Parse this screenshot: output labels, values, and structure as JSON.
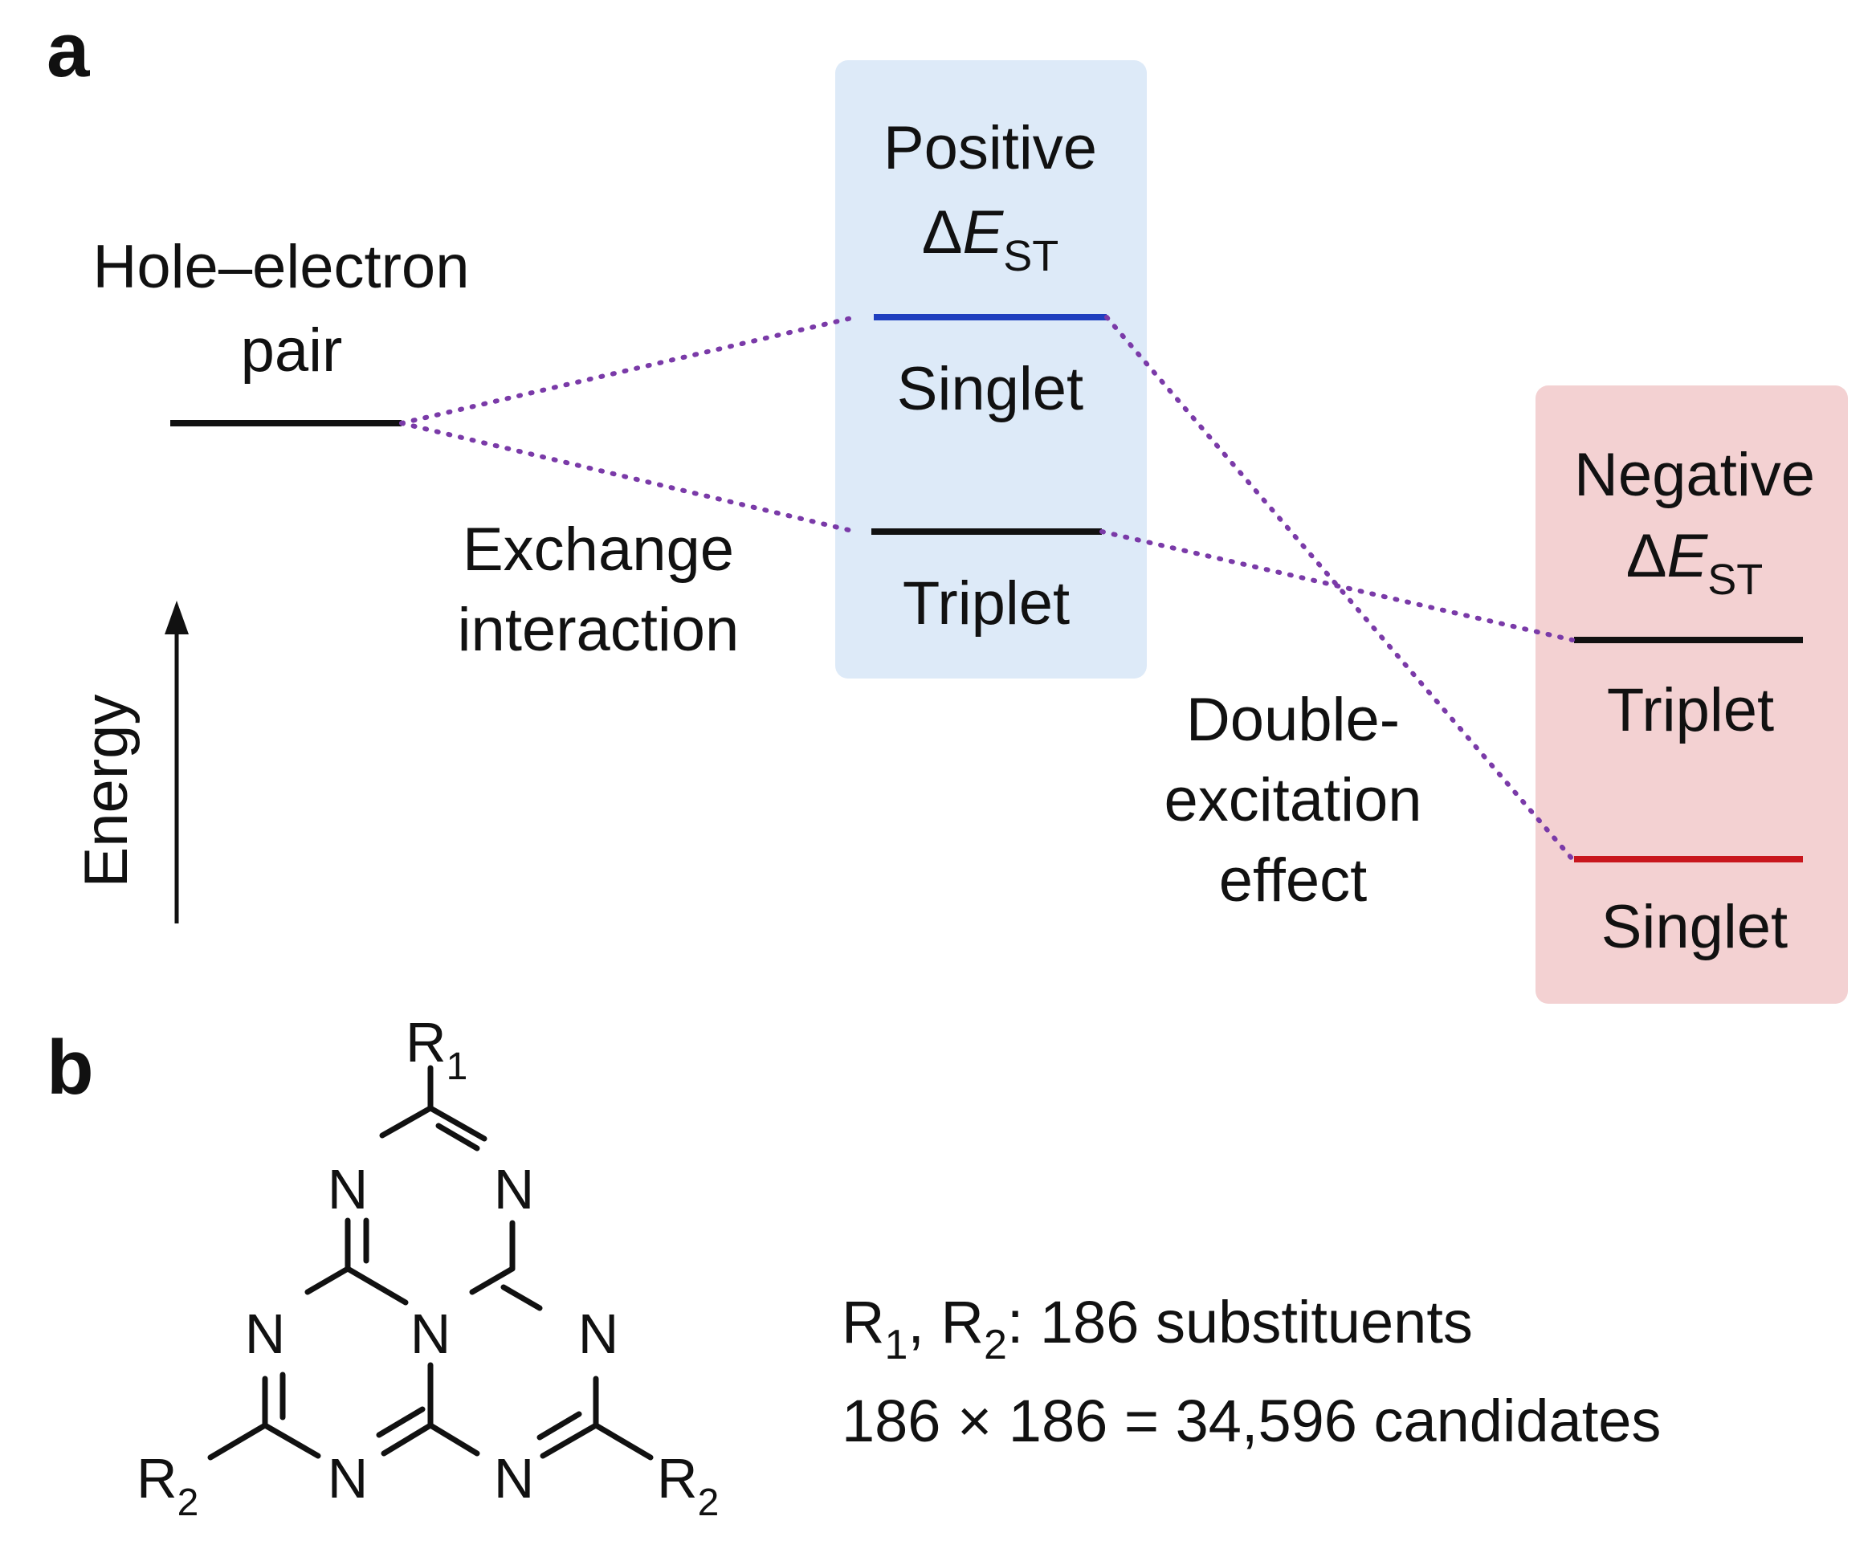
{
  "panel_a": {
    "label": "a",
    "hole_electron": {
      "line1": "Hole–electron",
      "line2": "pair"
    },
    "exchange": {
      "line1": "Exchange",
      "line2": "interaction"
    },
    "energy_axis": "Energy",
    "positive_box": {
      "title": "Positive",
      "delta": "Δ",
      "e": "E",
      "sub": "ST",
      "upper_level": "Singlet",
      "lower_level": "Triplet"
    },
    "negative_box": {
      "title": "Negative",
      "delta": "Δ",
      "e": "E",
      "sub": "ST",
      "upper_level": "Triplet",
      "lower_level": "Singlet"
    },
    "double_excitation": {
      "line1": "Double-",
      "line2": "excitation",
      "line3": "effect"
    }
  },
  "panel_b": {
    "label": "b",
    "atom_n": "N",
    "r1": {
      "letter": "R",
      "sub": "1"
    },
    "r2": {
      "letter": "R",
      "sub": "2"
    },
    "caption": {
      "line1": {
        "r": "R",
        "s1": "1",
        "mid": ", R",
        "s2": "2",
        "rest": ": 186 substituents"
      },
      "line2": "186 × 186 = 34,596 candidates"
    }
  },
  "colors": {
    "positive_box": "#ddeaf8",
    "negative_box": "#f3d1d2",
    "singlet_positive": "#1f3fbf",
    "singlet_negative": "#c8161d",
    "connector": "#7a3aa8",
    "ink": "#111111"
  }
}
